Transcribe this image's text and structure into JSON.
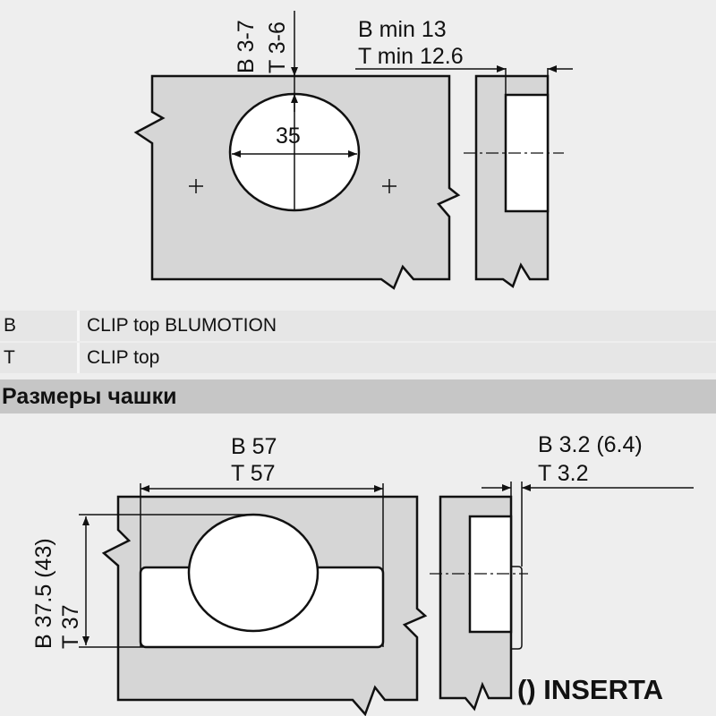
{
  "top_diagram": {
    "edge_distance_b": "B 3-7",
    "edge_distance_t": "T 3-6",
    "cup_diameter": "35",
    "min_thickness_b": "B min 13",
    "min_thickness_t": "T min 12.6"
  },
  "legend": [
    {
      "key": "B",
      "value": "CLIP top BLUMOTION"
    },
    {
      "key": "T",
      "value": "CLIP top"
    }
  ],
  "section": {
    "title": "Размеры чашки"
  },
  "bottom_diagram": {
    "width_b": "B 57",
    "width_t": "T 57",
    "height_b": "B 37.5 (43)",
    "height_t": "T 37",
    "depth_b": "B 3.2 (6.4)",
    "depth_t": "T 3.2",
    "note": "() INSERTA"
  },
  "colors": {
    "plate": "#d6d6d6",
    "line": "#111111",
    "header": "#c6c6c6"
  }
}
